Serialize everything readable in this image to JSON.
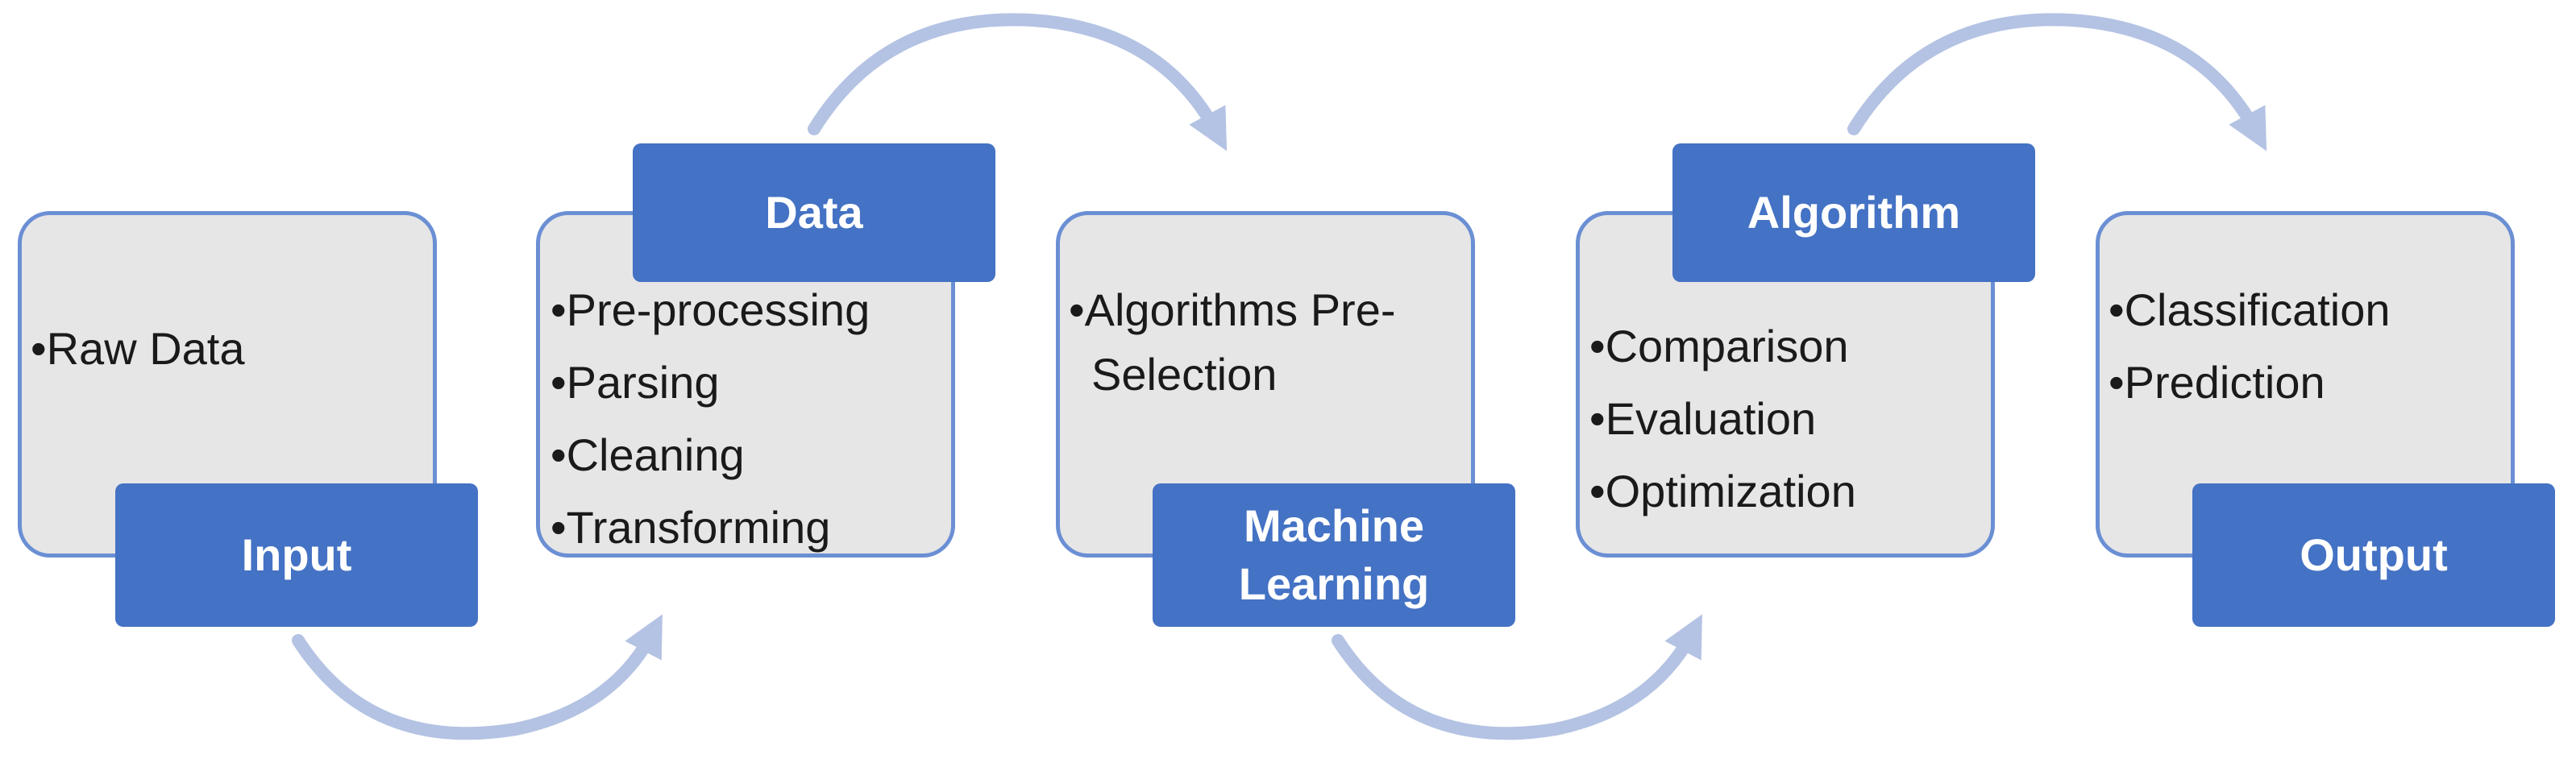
{
  "colors": {
    "content_fill": "#e7e6e6",
    "content_border": "#6b8fd4",
    "label_fill": "#4472c4",
    "label_text": "#ffffff",
    "arrow": "#b4c3e3"
  },
  "stages": [
    {
      "label": "Input",
      "items": [
        "Raw Data"
      ]
    },
    {
      "label": "Data",
      "items": [
        "Pre-processing",
        "Parsing",
        "Cleaning",
        "Transforming"
      ]
    },
    {
      "label": "Machine\nLearning",
      "items": [
        "Algorithms Pre-",
        "Selection"
      ]
    },
    {
      "label": "Algorithm",
      "items": [
        "Comparison",
        "Evaluation",
        "Optimization"
      ]
    },
    {
      "label": "Output",
      "items": [
        "Classification",
        "Prediction"
      ]
    }
  ]
}
